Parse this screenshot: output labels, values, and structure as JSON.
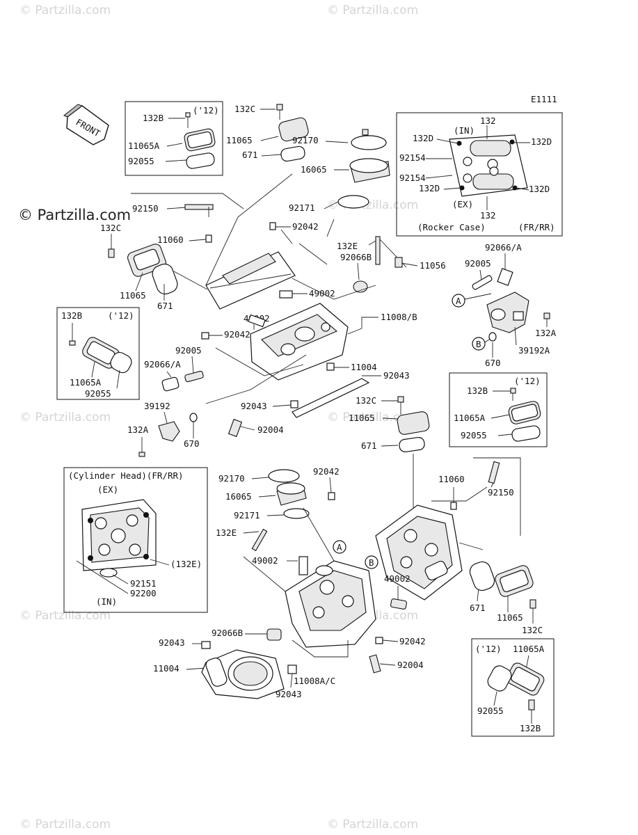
{
  "diagram_id": "E1111",
  "watermark": "© Partzilla.com",
  "front_label": "FRONT",
  "boxes": {
    "rocker_case": {
      "in": "(IN)",
      "ex": "(EX)",
      "caption": "(Rocker Case)",
      "fr_rr": "(FR/RR)",
      "labels": [
        "132",
        "132D",
        "132D",
        "92154",
        "92154",
        "132D",
        "132D",
        "132"
      ]
    },
    "cylinder_head": {
      "caption": "(Cylinder Head)(FR/RR)",
      "ex": "(EX)",
      "in": "(IN)",
      "labels": [
        "(132E)",
        "92151",
        "92200"
      ]
    },
    "year12_a": {
      "year": "('12)",
      "labels": [
        "132B",
        "11065A",
        "92055"
      ]
    },
    "year12_b": {
      "year": "('12)",
      "labels": [
        "132B",
        "11065A",
        "92055"
      ]
    },
    "year12_c": {
      "year": "('12)",
      "labels": [
        "132B",
        "11065A",
        "92055"
      ]
    },
    "year12_d": {
      "year": "('12)",
      "labels": [
        "11065A",
        "92055",
        "132B"
      ]
    }
  },
  "callouts": [
    "132C",
    "11065",
    "671",
    "92170",
    "16065",
    "92150",
    "132C",
    "11060",
    "92171",
    "92042",
    "11065",
    "671",
    "132E",
    "11056",
    "92066B",
    "49002",
    "49002",
    "11008/B",
    "92042",
    "92005",
    "92066/A",
    "11004",
    "92043",
    "39192",
    "92043",
    "92004",
    "132A",
    "670",
    "92066/A",
    "92005",
    "132A",
    "670",
    "39192A",
    "132C",
    "11065",
    "671",
    "92170",
    "16065",
    "92171",
    "132E",
    "92042",
    "49002",
    "11060",
    "92150",
    "49002",
    "671",
    "11065",
    "132C",
    "92043",
    "92066B",
    "11004",
    "92043",
    "11008A/C",
    "92042",
    "92004"
  ],
  "ref_letters": [
    "A",
    "B",
    "A",
    "B"
  ]
}
